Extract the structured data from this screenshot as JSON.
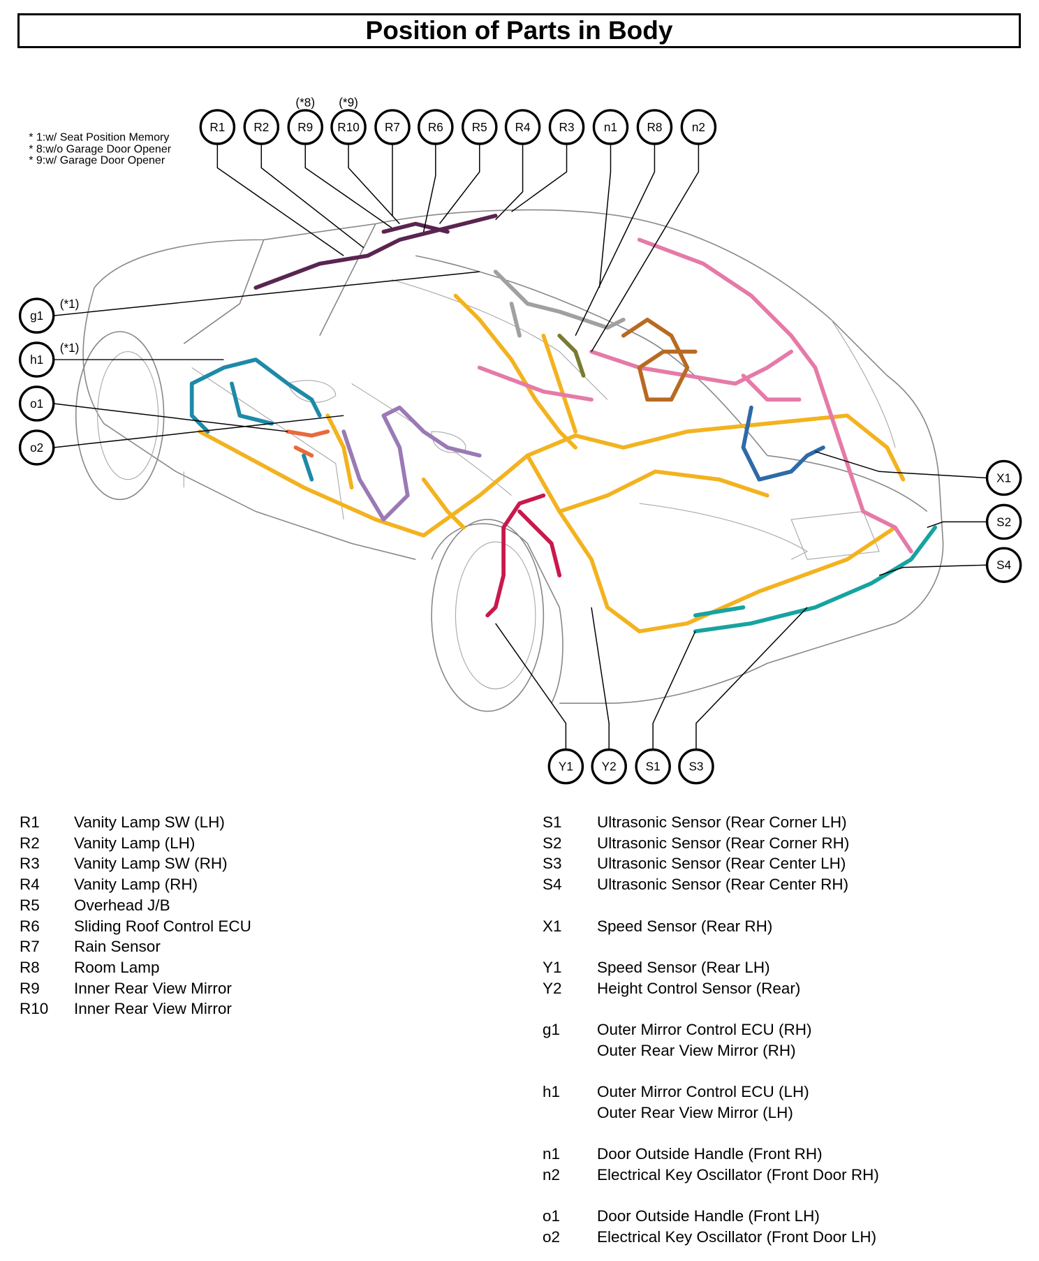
{
  "title": "Position of Parts in Body",
  "notes": [
    "* 1:w/ Seat Position Memory",
    "* 8:w/o Garage Door Opener",
    "* 9:w/ Garage Door Opener"
  ],
  "callouts": {
    "R1": "R1",
    "R2": "R2",
    "R9": "R9",
    "R10": "R10",
    "R7": "R7",
    "R6": "R6",
    "R5": "R5",
    "R4": "R4",
    "R3": "R3",
    "n1": "n1",
    "R8": "R8",
    "n2": "n2",
    "g1": "g1",
    "h1": "h1",
    "o1": "o1",
    "o2": "o2",
    "X1": "X1",
    "S2": "S2",
    "S4": "S4",
    "Y1": "Y1",
    "Y2": "Y2",
    "S1": "S1",
    "S3": "S3"
  },
  "callout_notes": {
    "R9": "(*8)",
    "R10": "(*9)",
    "g1": "(*1)",
    "h1": "(*1)"
  },
  "harness_colors": {
    "yellow": "#f3b21f",
    "pink": "#e57aa8",
    "teal": "#1d8aa8",
    "purple": "#5a2450",
    "lavender": "#9a7ab4",
    "brown": "#b86a22",
    "crimson": "#c8194c",
    "cyan": "#17a3a0",
    "gray": "#a0a0a0",
    "olive": "#7a7a34",
    "blue": "#2e6aa8",
    "orange": "#e86a3c"
  },
  "legend_left": [
    {
      "code": "R1",
      "desc": "Vanity Lamp SW (LH)"
    },
    {
      "code": "R2",
      "desc": "Vanity Lamp (LH)"
    },
    {
      "code": "R3",
      "desc": "Vanity Lamp SW (RH)"
    },
    {
      "code": "R4",
      "desc": "Vanity Lamp (RH)"
    },
    {
      "code": "R5",
      "desc": "Overhead J/B"
    },
    {
      "code": "R6",
      "desc": "Sliding Roof Control ECU"
    },
    {
      "code": "R7",
      "desc": "Rain Sensor"
    },
    {
      "code": "R8",
      "desc": "Room Lamp"
    },
    {
      "code": "R9",
      "desc": "Inner Rear View Mirror"
    },
    {
      "code": "R10",
      "desc": "Inner Rear View Mirror"
    }
  ],
  "legend_right": [
    {
      "code": "S1",
      "desc": "Ultrasonic Sensor (Rear Corner LH)"
    },
    {
      "code": "S2",
      "desc": "Ultrasonic Sensor (Rear Corner RH)"
    },
    {
      "code": "S3",
      "desc": "Ultrasonic Sensor (Rear Center LH)"
    },
    {
      "code": "S4",
      "desc": "Ultrasonic Sensor (Rear Center RH)"
    },
    {
      "code": "",
      "desc": ""
    },
    {
      "code": "X1",
      "desc": "Speed Sensor (Rear RH)"
    },
    {
      "code": "",
      "desc": ""
    },
    {
      "code": "Y1",
      "desc": "Speed Sensor (Rear LH)"
    },
    {
      "code": "Y2",
      "desc": "Height Control Sensor (Rear)"
    },
    {
      "code": "",
      "desc": ""
    },
    {
      "code": "g1",
      "desc": "Outer Mirror Control ECU (RH)"
    },
    {
      "code": "",
      "desc": "Outer Rear View Mirror (RH)"
    },
    {
      "code": "",
      "desc": ""
    },
    {
      "code": "h1",
      "desc": "Outer Mirror Control ECU (LH)"
    },
    {
      "code": "",
      "desc": "Outer Rear View Mirror (LH)"
    },
    {
      "code": "",
      "desc": ""
    },
    {
      "code": "n1",
      "desc": "Door Outside Handle (Front RH)"
    },
    {
      "code": "n2",
      "desc": "Electrical Key Oscillator (Front Door RH)"
    },
    {
      "code": "",
      "desc": ""
    },
    {
      "code": "o1",
      "desc": "Door Outside Handle (Front LH)"
    },
    {
      "code": "o2",
      "desc": "Electrical Key Oscillator (Front Door LH)"
    }
  ]
}
